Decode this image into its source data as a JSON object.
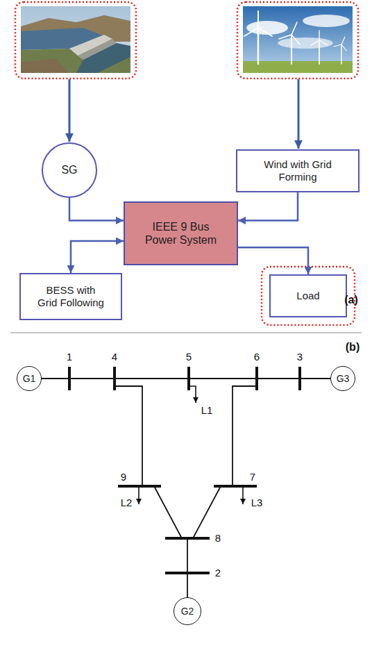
{
  "diagram": {
    "nodes": [
      {
        "text": [
          "SG"
        ]
      },
      {
        "text": [
          "Wind with Grid Forming"
        ]
      },
      {
        "text": [
          "IEEE 9 Bus Power System"
        ]
      },
      {
        "text": [
          "BESS with Grid Following"
        ]
      },
      {
        "text": [
          "Load"
        ]
      },
      {
        "text": [
          "G1"
        ]
      },
      {
        "text": [
          "G3"
        ]
      },
      {
        "text": [
          "G2"
        ]
      }
    ],
    "edges": [
      {
        "from": 0,
        "to": 2,
        "arrow": "to"
      },
      {
        "from": 1,
        "to": 2,
        "arrow": "to"
      },
      {
        "from": 2,
        "to": 3,
        "arrow": "both"
      },
      {
        "from": 2,
        "to": 4,
        "arrow": "to"
      }
    ],
    "labels": [
      "(a)",
      "(b)",
      "1",
      "4",
      "5",
      "6",
      "3",
      "L1",
      "9",
      "L2",
      "7",
      "L3",
      "8",
      "2"
    ]
  }
}
